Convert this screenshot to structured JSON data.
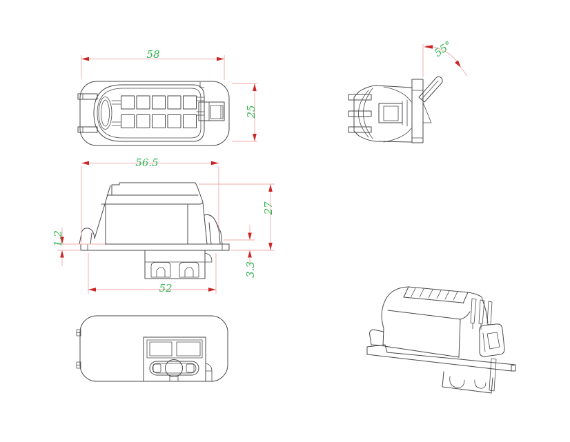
{
  "colors": {
    "background": "#ffffff",
    "part_line": "#47474b",
    "dim_line": "#f0a9a9",
    "arrow": "#cc2525",
    "dim_text": "#2fb44e"
  },
  "dimensions": {
    "top_width": {
      "label": "58"
    },
    "top_depth": {
      "label": "25"
    },
    "bracket_angle": {
      "label": "55°"
    },
    "body_width": {
      "label": "56.5"
    },
    "overall_height": {
      "label": "27"
    },
    "base_depth": {
      "label": "3.3"
    },
    "flange_thickness": {
      "label": "1.2"
    },
    "base_width": {
      "label": "52"
    }
  }
}
